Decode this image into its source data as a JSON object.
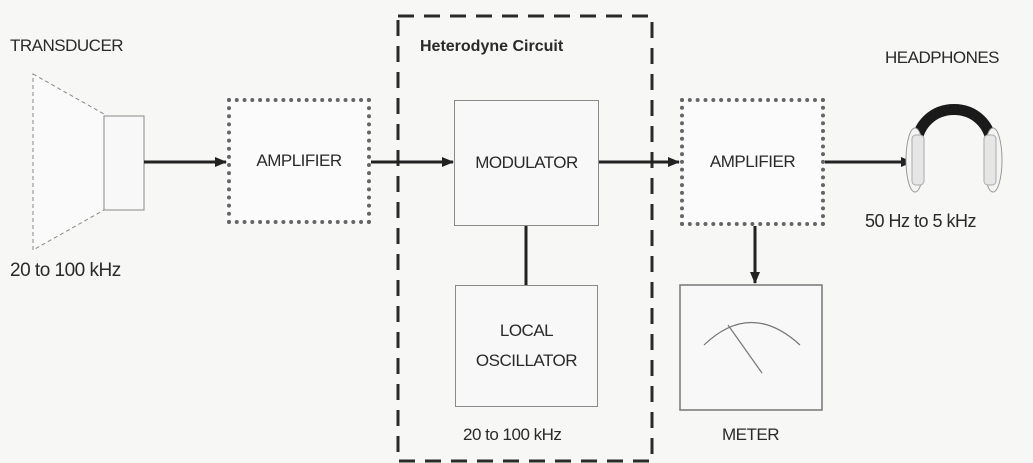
{
  "title": "Heterodyne Circuit",
  "labels": {
    "transducer": "TRANSDUCER",
    "transducer_freq": "20 to 100 kHz",
    "amplifier_in": "AMPLIFIER",
    "modulator": "MODULATOR",
    "local_osc_line1": "LOCAL",
    "local_osc_line2": "OSCILLATOR",
    "local_osc_freq": "20 to 100 kHz",
    "amplifier_out": "AMPLIFIER",
    "meter": "METER",
    "headphones": "HEADPHONES",
    "headphones_freq": "50 Hz to 5 kHz"
  }
}
